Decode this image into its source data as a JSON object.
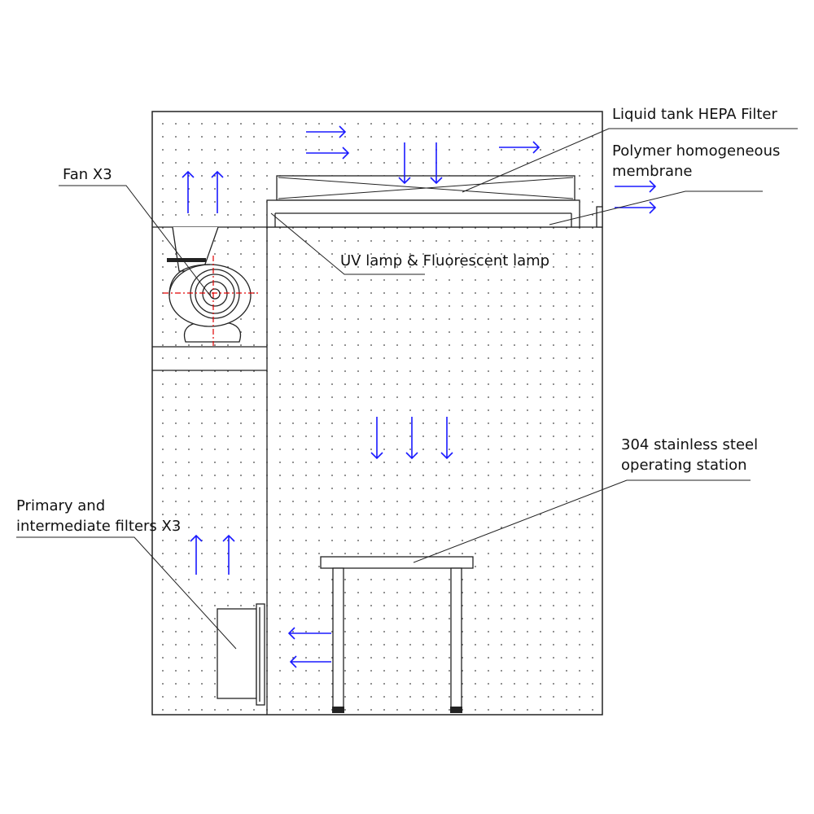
{
  "labels": {
    "hepa": "Liquid tank HEPA Filter",
    "membrane_line1": "Polymer homogeneous",
    "membrane_line2": "membrane",
    "fan": "Fan X3",
    "uv": "UV lamp & Fluorescent lamp",
    "station_line1": "304 stainless steel",
    "station_line2": "operating station",
    "filters_line1": "Primary and",
    "filters_line2": "intermediate filters X3"
  },
  "colors": {
    "airflow_arrow": "#1a1aff",
    "centerline": "#e00000",
    "outline": "#222222"
  },
  "icons": {
    "airflow": "arrow-icon"
  }
}
